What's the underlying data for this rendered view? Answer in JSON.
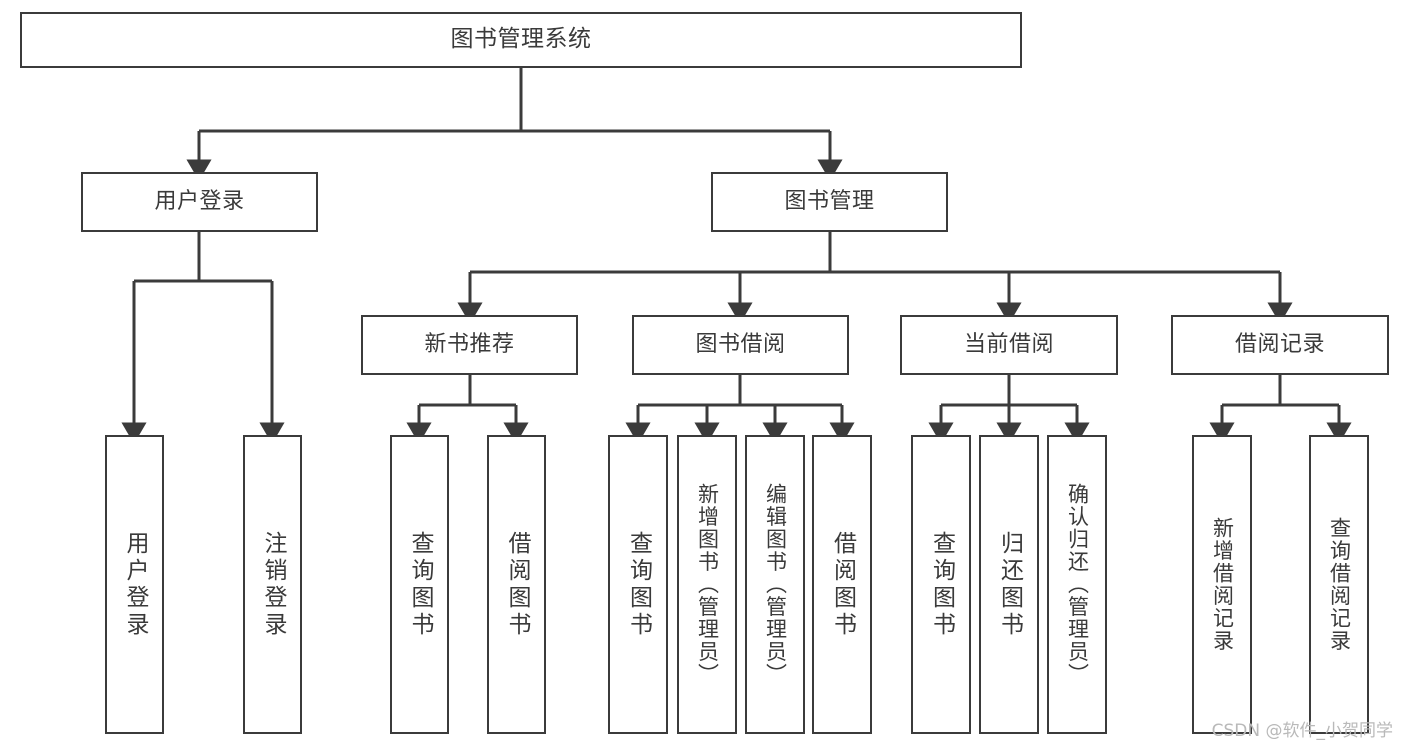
{
  "diagram": {
    "title": "图书管理系统",
    "type": "tree",
    "orientation": "top-down",
    "colors": {
      "box_border": "#3b3b3b",
      "box_fill": "#ffffff",
      "edge": "#3b3b3b",
      "text": "#3a3a3a",
      "background": "#ffffff",
      "watermark": "#b9b9b9"
    },
    "watermark": "CSDN @软件_小贺同学",
    "nodes": {
      "root": {
        "label": "图书管理系统",
        "level": 1
      },
      "level2": [
        {
          "id": "user-login",
          "label": "用户登录"
        },
        {
          "id": "book-manage",
          "label": "图书管理"
        }
      ],
      "level3": [
        {
          "id": "new-book-recommend",
          "label": "新书推荐",
          "parent": "book-manage"
        },
        {
          "id": "book-borrow",
          "label": "图书借阅",
          "parent": "book-manage"
        },
        {
          "id": "current-borrow",
          "label": "当前借阅",
          "parent": "book-manage"
        },
        {
          "id": "borrow-record",
          "label": "借阅记录",
          "parent": "book-manage"
        }
      ],
      "leaves": [
        {
          "id": "leaf-user-login",
          "label": "用户登录",
          "parent": "user-login"
        },
        {
          "id": "leaf-logout",
          "label": "注销登录",
          "parent": "user-login"
        },
        {
          "id": "leaf-query-book-1",
          "label": "查询图书",
          "parent": "new-book-recommend"
        },
        {
          "id": "leaf-borrow-book-1",
          "label": "借阅图书",
          "parent": "new-book-recommend"
        },
        {
          "id": "leaf-query-book-2",
          "label": "查询图书",
          "parent": "book-borrow"
        },
        {
          "id": "leaf-add-book",
          "label": "新增图书（管理员）",
          "parent": "book-borrow"
        },
        {
          "id": "leaf-edit-book",
          "label": "编辑图书（管理员）",
          "parent": "book-borrow"
        },
        {
          "id": "leaf-borrow-book-2",
          "label": "借阅图书",
          "parent": "book-borrow"
        },
        {
          "id": "leaf-query-book-3",
          "label": "查询图书",
          "parent": "current-borrow"
        },
        {
          "id": "leaf-return-book",
          "label": "归还图书",
          "parent": "current-borrow"
        },
        {
          "id": "leaf-confirm-return",
          "label": "确认归还（管理员）",
          "parent": "current-borrow"
        },
        {
          "id": "leaf-add-record",
          "label": "新增借阅记录",
          "parent": "borrow-record"
        },
        {
          "id": "leaf-query-record",
          "label": "查询借阅记录",
          "parent": "borrow-record"
        }
      ]
    }
  }
}
